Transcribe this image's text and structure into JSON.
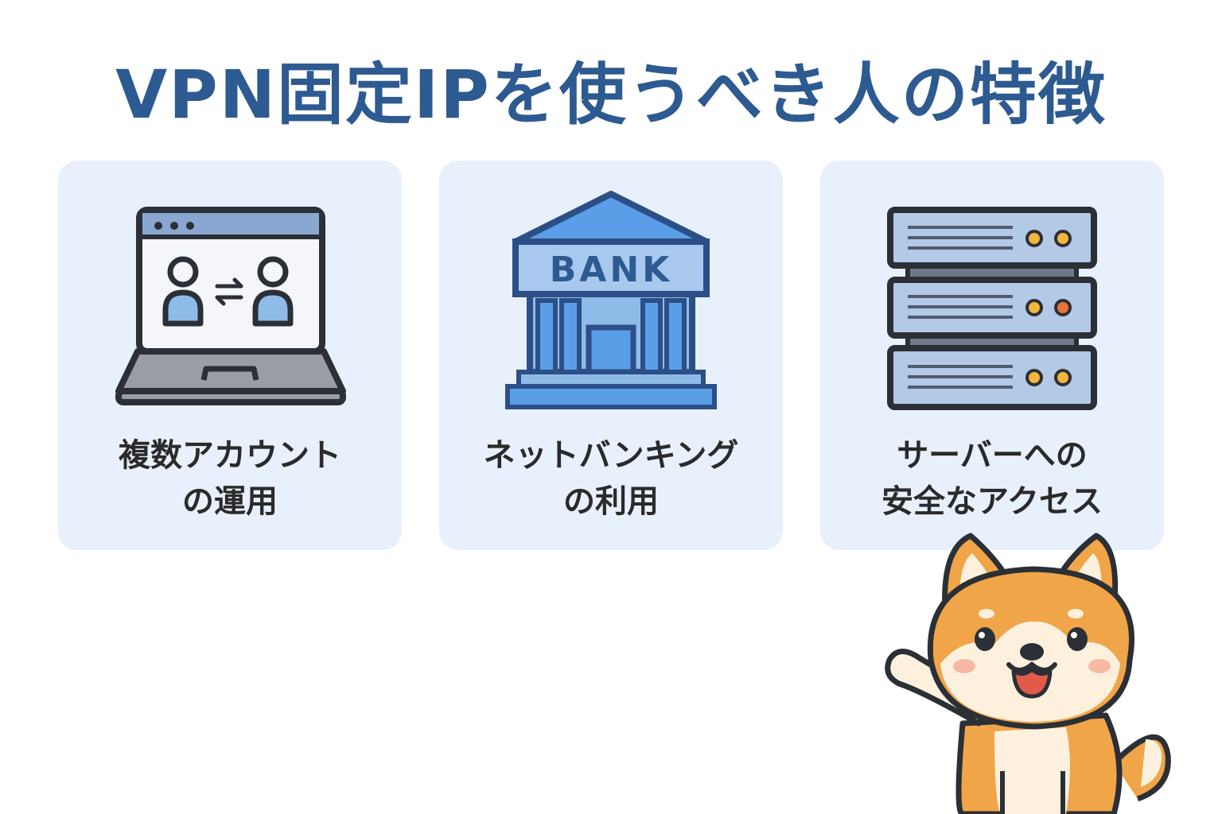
{
  "title": "VPN固定IPを使うべき人の特徴",
  "cards": [
    {
      "line1": "複数アカウント",
      "line2": "の運用",
      "icon": "laptop-account-switch-icon"
    },
    {
      "line1": "ネットバンキング",
      "line2": "の利用",
      "icon": "bank-building-icon",
      "sign": "BANK"
    },
    {
      "line1": "サーバーへの",
      "line2": "安全なアクセス",
      "icon": "server-rack-icon"
    }
  ],
  "mascot": "shiba-dog-mascot",
  "colors": {
    "title": "#2d5a91",
    "card_bg": "#e8f0fb",
    "icon_blue": "#5b9ee8",
    "icon_light_blue": "#a9c8ee",
    "stroke": "#2b3a4f",
    "dog_orange": "#f0a548",
    "dog_cream": "#fdf1de"
  }
}
